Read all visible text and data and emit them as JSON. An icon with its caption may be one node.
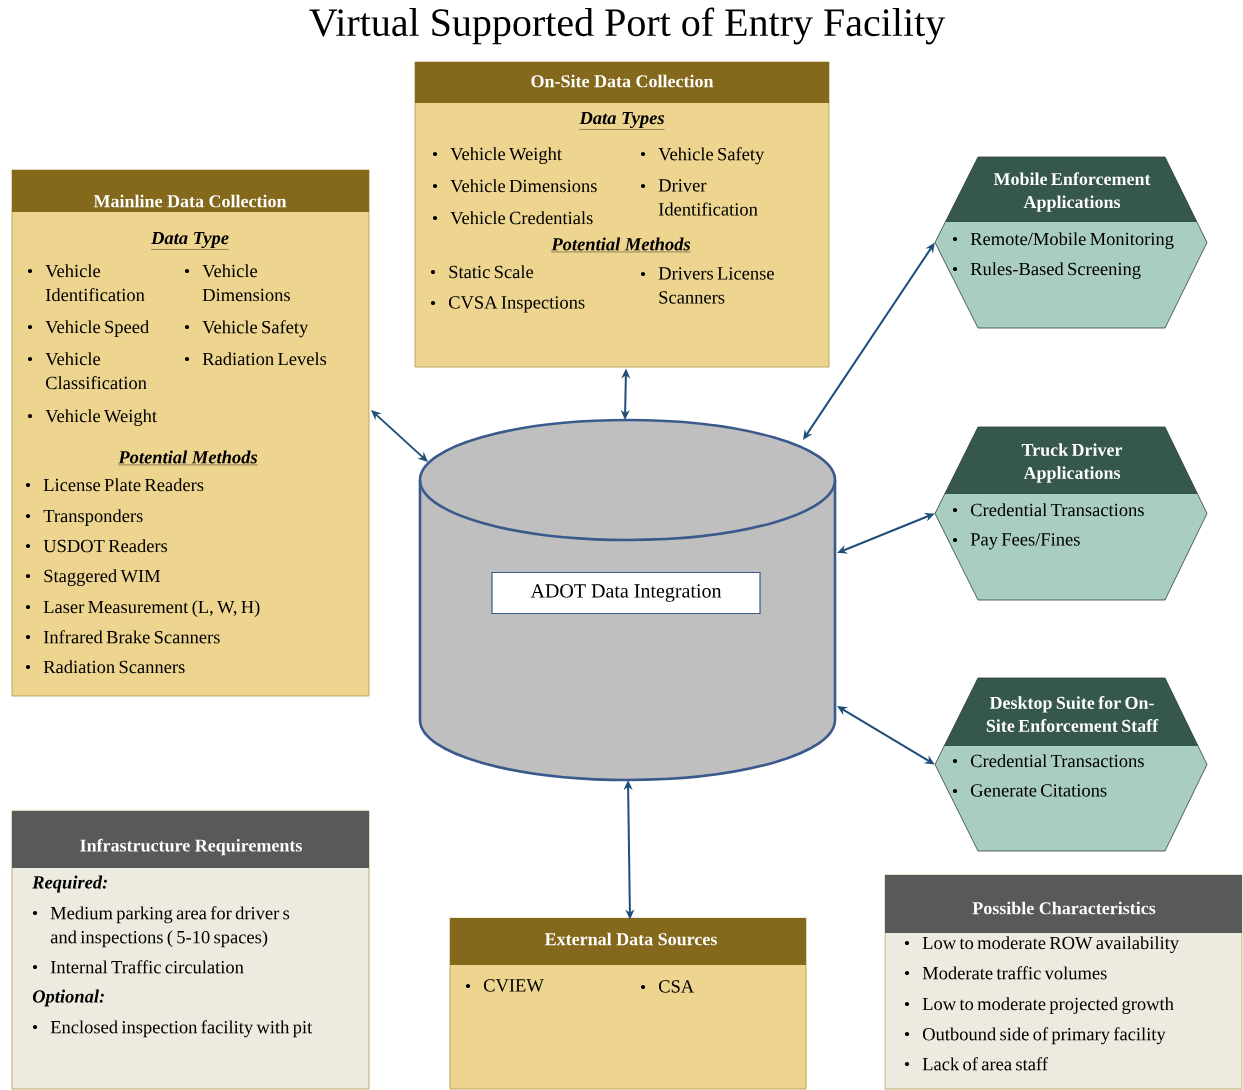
{
  "diagram": {
    "title": "Virtual Supported Port of Entry Facility",
    "nodes": [
      {
        "text": [
          "Mainline Data Collection",
          "Data Type",
          "Vehicle Identification",
          "Vehicle Dimensions",
          "Vehicle Speed",
          "Vehicle Safety",
          "Vehicle Classification",
          "Radiation Levels",
          "Vehicle Weight",
          "Potential Methods",
          "License Plate Readers",
          "Transponders",
          "USDOT Readers",
          "Staggered WIM",
          "Laser Measurement (L, W, H)",
          "Infrared Brake Scanners",
          "Radiation Scanners"
        ]
      },
      {
        "text": [
          "On-Site Data Collection",
          "Data Types",
          "Vehicle Weight",
          "Vehicle Safety",
          "Vehicle Dimensions",
          "Driver Identification",
          "Vehicle Credentials",
          "Potential Methods",
          "Static Scale",
          "Drivers License Scanners",
          "CVSA Inspections"
        ]
      },
      {
        "text": [
          "ADOT Data Integration"
        ]
      },
      {
        "text": [
          "Mobile Enforcement Applications",
          "Remote/Mobile Monitoring",
          "Rules-Based Screening"
        ]
      },
      {
        "text": [
          "Truck Driver Applications",
          "Credential Transactions",
          "Pay Fees/Fines"
        ]
      },
      {
        "text": [
          "Desktop Suite for On-Site Enforcement Staff",
          "Credential Transactions",
          "Generate Citations"
        ]
      },
      {
        "text": [
          "External Data Sources",
          "CVIEW",
          "CSA"
        ]
      },
      {
        "text": [
          "Infrastructure Requirements",
          "Required:",
          "Medium parking area for driver s and inspections ( 5-10 spaces)",
          "Internal Traffic circulation",
          "Optional:",
          "Enclosed inspection facility with pit"
        ]
      },
      {
        "text": [
          "Possible Characteristics",
          "Low to moderate ROW availability",
          "Moderate  traffic volumes",
          "Low to moderate projected growth",
          "Outbound side of primary facility",
          "Lack of area staff"
        ]
      }
    ],
    "edges": [
      {
        "from": 0,
        "to": 2,
        "arrow": "both"
      },
      {
        "from": 1,
        "to": 2,
        "arrow": "both"
      },
      {
        "from": 2,
        "to": 3,
        "arrow": "both"
      },
      {
        "from": 2,
        "to": 4,
        "arrow": "both"
      },
      {
        "from": 2,
        "to": 5,
        "arrow": "both"
      },
      {
        "from": 2,
        "to": 6,
        "arrow": "both"
      }
    ]
  }
}
